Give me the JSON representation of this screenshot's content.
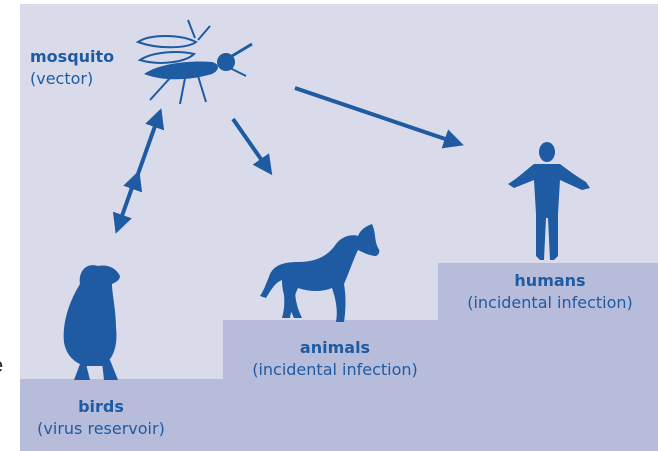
{
  "colors": {
    "background": "#d9dbea",
    "steps": "#b7bcda",
    "ink": "#1e5ba3"
  },
  "nodes": {
    "mosquito": {
      "name": "mosquito",
      "role": "(vector)",
      "icon": "mosquito-icon"
    },
    "birds": {
      "name": "birds",
      "role": "(virus reservoir)",
      "icon": "bird-icon"
    },
    "animals": {
      "name": "animals",
      "role": "(incidental infection)",
      "icon": "horse-icon"
    },
    "humans": {
      "name": "humans",
      "role": "(incidental infection)",
      "icon": "human-icon"
    }
  },
  "edges": [
    {
      "from": "mosquito",
      "to": "birds",
      "direction": "both"
    },
    {
      "from": "mosquito",
      "to": "animals",
      "direction": "forward"
    },
    {
      "from": "mosquito",
      "to": "humans",
      "direction": "forward"
    }
  ],
  "cropped_edge_text": "e"
}
